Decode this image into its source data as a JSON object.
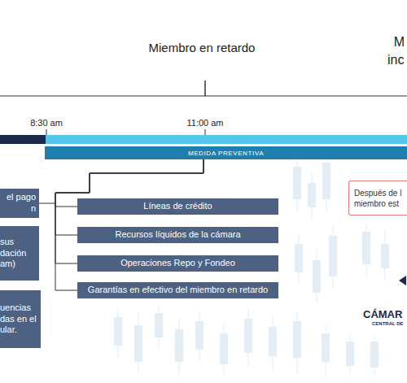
{
  "diagram": {
    "nodes": [
      {
        "text": [
          "MEDIDA PREVENTIVA"
        ]
      },
      {
        "text": [
          "el pago n"
        ]
      },
      {
        "text": [
          "sus dación am)"
        ]
      },
      {
        "text": [
          "uencias das en el ular."
        ]
      },
      {
        "text": [
          "Líneas de crédito"
        ]
      },
      {
        "text": [
          "Recursos líquidos de la cámara"
        ]
      },
      {
        "text": [
          "Operaciones Repo y Fondeo"
        ]
      },
      {
        "text": [
          "Garantías en efectivo del miembro en retardo"
        ]
      },
      {
        "text": [
          "Después de l miembro est"
        ]
      }
    ],
    "edges": [
      {
        "from": 0,
        "to": 4,
        "arrow": "none"
      },
      {
        "from": 0,
        "to": 5,
        "arrow": "none"
      },
      {
        "from": 0,
        "to": 6,
        "arrow": "none"
      },
      {
        "from": 0,
        "to": 7,
        "arrow": "none"
      }
    ],
    "labels": [
      "Miembro en retardo",
      "M",
      "inc",
      "8:30 am",
      "11:00 am",
      "CÁMAR",
      "CENTRAL DE"
    ]
  }
}
